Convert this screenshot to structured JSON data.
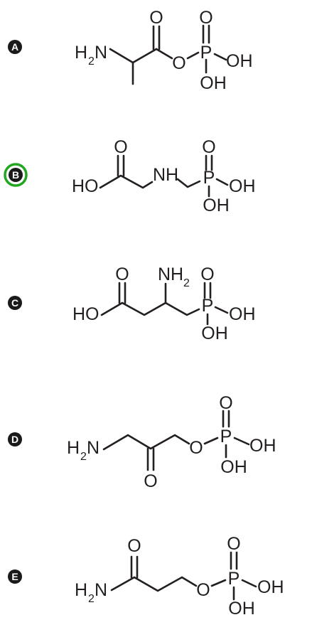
{
  "options": [
    {
      "letter": "A",
      "selected": false,
      "atoms": {
        "amine": "H",
        "amine_sub": "2",
        "amine_n": "N",
        "carbonyl_o": "O",
        "ester_o": "O",
        "p": "P",
        "p_o_top": "O",
        "p_oh_right": "OH",
        "p_oh_bottom": "OH"
      }
    },
    {
      "letter": "B",
      "selected": true,
      "atoms": {
        "ho": "HO",
        "carbonyl_o": "O",
        "nh": "NH",
        "p": "P",
        "p_o_top": "O",
        "p_oh_right": "OH",
        "p_oh_bottom": "OH"
      }
    },
    {
      "letter": "C",
      "selected": false,
      "atoms": {
        "ho": "HO",
        "carbonyl_o": "O",
        "nh2": "NH",
        "nh2_sub": "2",
        "p": "P",
        "p_o_top": "O",
        "p_oh_right": "OH",
        "p_oh_bottom": "OH"
      }
    },
    {
      "letter": "D",
      "selected": false,
      "atoms": {
        "amine": "H",
        "amine_sub": "2",
        "amine_n": "N",
        "ketone_o": "O",
        "ester_o": "O",
        "p": "P",
        "p_o_top": "O",
        "p_oh_right": "OH",
        "p_oh_bottom": "OH"
      }
    },
    {
      "letter": "E",
      "selected": false,
      "atoms": {
        "amine": "H",
        "amine_sub": "2",
        "amine_n": "N",
        "carbonyl_o": "O",
        "ester_o": "O",
        "p": "P",
        "p_o_top": "O",
        "p_oh_right": "OH",
        "p_oh_bottom": "OH"
      }
    }
  ],
  "colors": {
    "selection_ring": "#22a722",
    "ink": "#231f20"
  }
}
